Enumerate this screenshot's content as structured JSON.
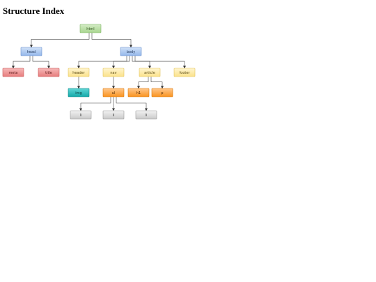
{
  "page": {
    "title": "Structure Index"
  },
  "palette": {
    "green": {
      "fill_top": "#d2ebc4",
      "fill_bottom": "#a8d58f",
      "stroke": "#7fb563",
      "text": "#2f4f1f"
    },
    "blue": {
      "fill_top": "#cfe0f8",
      "fill_bottom": "#95b8ea",
      "stroke": "#6a90cc",
      "text": "#1e3458"
    },
    "red": {
      "fill_top": "#f6b9b9",
      "fill_bottom": "#e77c7c",
      "stroke": "#c85858",
      "text": "#5a1717"
    },
    "yellow": {
      "fill_top": "#fff5cf",
      "fill_bottom": "#fbe28a",
      "stroke": "#e2c35c",
      "text": "#5a4a14"
    },
    "teal": {
      "fill_top": "#5fd6d6",
      "fill_bottom": "#14a9a9",
      "stroke": "#0e8686",
      "text": "#073737"
    },
    "orange": {
      "fill_top": "#ffc68a",
      "fill_bottom": "#f9931f",
      "stroke": "#d97808",
      "text": "#4b2400"
    },
    "gray": {
      "fill_top": "#f2f2f2",
      "fill_bottom": "#c9c9c9",
      "stroke": "#9a9a9a",
      "text": "#333333"
    }
  },
  "tree": {
    "nodes": [
      {
        "id": "html",
        "label": "html",
        "color": "green"
      },
      {
        "id": "head",
        "label": "head",
        "color": "blue"
      },
      {
        "id": "body",
        "label": "body",
        "color": "blue"
      },
      {
        "id": "meta",
        "label": "meta",
        "color": "red"
      },
      {
        "id": "title",
        "label": "title",
        "color": "red"
      },
      {
        "id": "header",
        "label": "header",
        "color": "yellow"
      },
      {
        "id": "nav",
        "label": "nav",
        "color": "yellow"
      },
      {
        "id": "article",
        "label": "article",
        "color": "yellow"
      },
      {
        "id": "footer",
        "label": "footer",
        "color": "yellow"
      },
      {
        "id": "img",
        "label": "img",
        "color": "teal"
      },
      {
        "id": "ul",
        "label": "ul",
        "color": "orange"
      },
      {
        "id": "h1",
        "label": "h1",
        "color": "orange"
      },
      {
        "id": "p",
        "label": "p",
        "color": "orange"
      },
      {
        "id": "li1",
        "label": "li",
        "color": "gray"
      },
      {
        "id": "li2",
        "label": "li",
        "color": "gray"
      },
      {
        "id": "li3",
        "label": "li",
        "color": "gray"
      }
    ],
    "edges": [
      {
        "from": "html",
        "to": "head"
      },
      {
        "from": "html",
        "to": "body"
      },
      {
        "from": "head",
        "to": "meta"
      },
      {
        "from": "head",
        "to": "title"
      },
      {
        "from": "body",
        "to": "header"
      },
      {
        "from": "body",
        "to": "nav"
      },
      {
        "from": "body",
        "to": "article"
      },
      {
        "from": "body",
        "to": "footer"
      },
      {
        "from": "header",
        "to": "img"
      },
      {
        "from": "nav",
        "to": "ul"
      },
      {
        "from": "article",
        "to": "h1"
      },
      {
        "from": "article",
        "to": "p"
      },
      {
        "from": "ul",
        "to": "li1"
      },
      {
        "from": "ul",
        "to": "li2"
      },
      {
        "from": "ul",
        "to": "li3"
      }
    ]
  }
}
